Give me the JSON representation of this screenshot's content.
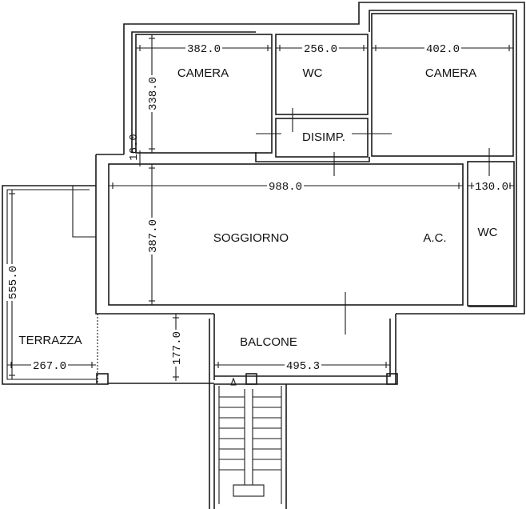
{
  "rooms": {
    "camera_1": "CAMERA",
    "wc_1": "WC",
    "camera_2": "CAMERA",
    "disimpegno": "DISIMP.",
    "soggiorno": "SOGGIORNO",
    "ac": "A.C.",
    "wc_2": "WC",
    "terrazza": "TERRAZZA",
    "balcone": "BALCONE"
  },
  "dimensions": {
    "camera_1_width": "382.0",
    "wc_1_width": "256.0",
    "camera_2_width": "402.0",
    "camera_1_depth": "338.0",
    "wall_gap": "16.0",
    "soggiorno_width": "988.0",
    "wc_2_width": "130.0",
    "soggiorno_depth": "387.0",
    "terrazza_depth": "555.0",
    "terrazza_width": "267.0",
    "balcone_depth": "177.0",
    "balcone_width": "495.3"
  }
}
